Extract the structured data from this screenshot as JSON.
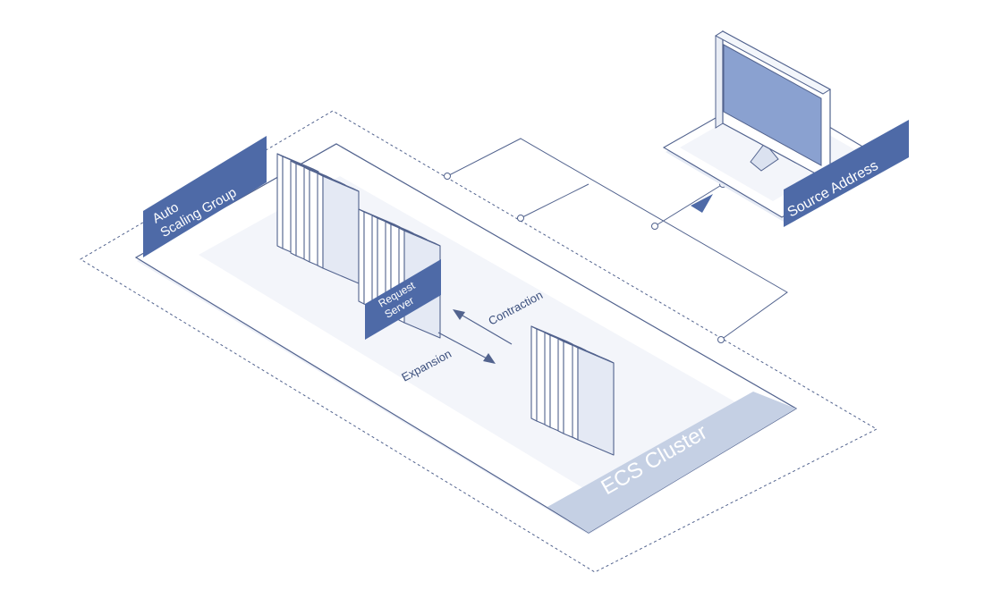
{
  "labels": {
    "auto_scaling_group_line1": "Auto",
    "auto_scaling_group_line2": "Scaling Group",
    "request_server_line1": "Request",
    "request_server_line2": "Server",
    "contraction": "Contraction",
    "expansion": "Expansion",
    "ecs_cluster": "ECS Cluster",
    "source_address": "Source Address"
  },
  "colors": {
    "label_fill": "#4e6aa7",
    "cluster_band": "#c5d0e4",
    "line": "#52638e",
    "monitor_screen": "#8aa1d0",
    "server_front": "#e7ecf6"
  },
  "icons": [
    "monitor-icon",
    "server-stack-icon",
    "direction-arrow-icon"
  ]
}
